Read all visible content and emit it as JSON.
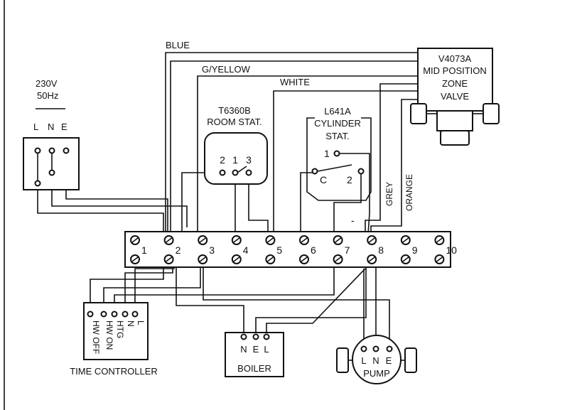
{
  "supply": {
    "voltage": "230V",
    "frequency": "50Hz",
    "l": "L",
    "n": "N",
    "e": "E"
  },
  "wires": {
    "blue": "BLUE",
    "gyellow": "G/YELLOW",
    "white": "WHITE",
    "grey": "GREY",
    "orange": "ORANGE"
  },
  "valve": {
    "model": "V4073A",
    "line2": "MID POSITION",
    "line3": "ZONE",
    "line4": "VALVE"
  },
  "room_stat": {
    "model": "T6360B",
    "name": "ROOM STAT.",
    "t2": "2",
    "t1": "1",
    "t3": "3"
  },
  "cyl_stat": {
    "model": "L641A",
    "name1": "CYLINDER",
    "name2": "STAT.",
    "t1": "1",
    "tc": "C",
    "t2": "2",
    "mark": "-"
  },
  "terminal_strip": {
    "terminals": [
      "1",
      "2",
      "3",
      "4",
      "5",
      "6",
      "7",
      "8",
      "9",
      "10"
    ]
  },
  "time_controller": {
    "label": "TIME CONTROLLER",
    "terminals": [
      "HW OFF",
      "HW ON",
      "HTG",
      "N",
      "L"
    ]
  },
  "boiler": {
    "label": "BOILER",
    "n": "N",
    "e": "E",
    "l": "L"
  },
  "pump": {
    "label": "PUMP",
    "l": "L",
    "n": "N",
    "e": "E"
  }
}
